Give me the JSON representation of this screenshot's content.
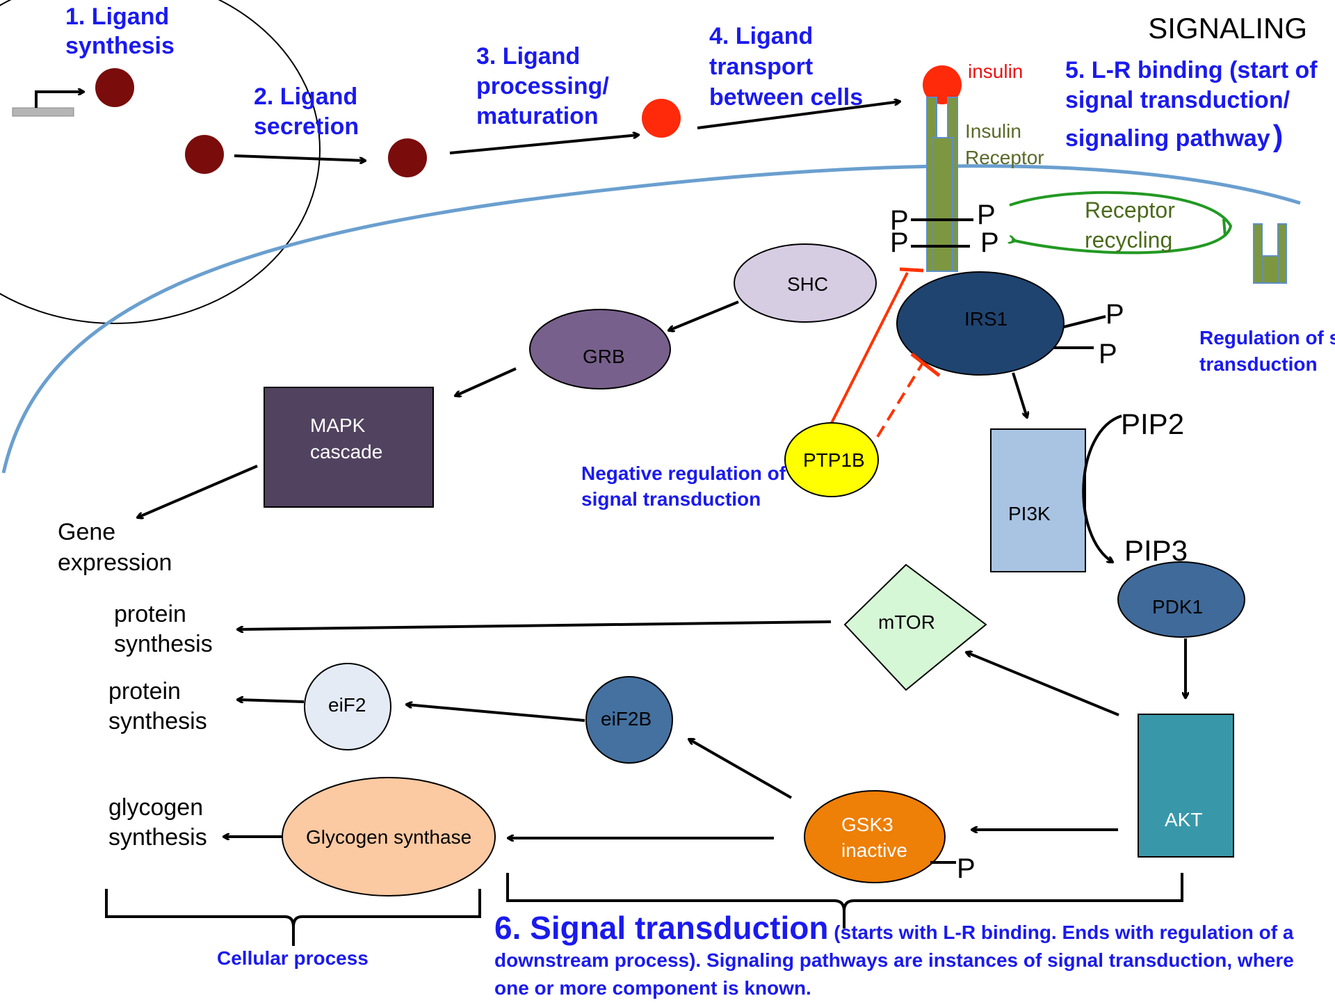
{
  "title": "SIGNALING",
  "steps": {
    "s1": [
      "1. Ligand",
      "synthesis"
    ],
    "s2": [
      "2. Ligand",
      "secretion"
    ],
    "s3": [
      "3. Ligand",
      "processing/",
      "maturation"
    ],
    "s4": [
      "4. Ligand",
      "transport",
      "between cells"
    ],
    "s5": [
      "5. L-R binding (start of",
      "signal transduction/",
      "signaling pathway",
      ")"
    ],
    "s6_title": "6. Signal transduction",
    "s6_note": [
      " (starts with L-R binding. Ends with regulation of a",
      "downstream process). Signaling pathways are instances of signal transduction, where",
      "one or more component is known."
    ]
  },
  "ligand": "insulin",
  "receptor": [
    "Insulin",
    "Receptor"
  ],
  "recycling": [
    "Receptor",
    "recycling"
  ],
  "regulation_label": [
    "Regulation of s",
    "transduction"
  ],
  "negative_regulation": [
    "Negative regulation of",
    "signal transduction"
  ],
  "nodes": {
    "shc": "SHC",
    "grb": "GRB",
    "mapk": [
      "MAPK",
      "cascade"
    ],
    "irs1": "IRS1",
    "ptp1b": "PTP1B",
    "pi3k": "PI3K",
    "pip2": "PIP2",
    "pip3": "PIP3",
    "pdk1": "PDK1",
    "mtor": "mTOR",
    "akt": "AKT",
    "eif2b": "eiF2B",
    "eif2": "eiF2",
    "gsk3": [
      "GSK3",
      "inactive"
    ],
    "glycogen_synthase": "Glycogen synthase"
  },
  "phospho": "P",
  "outputs": {
    "gene_expression": [
      "Gene",
      "expression"
    ],
    "protein_synthesis_1": [
      "protein",
      "synthesis"
    ],
    "protein_synthesis_2": [
      "protein",
      "synthesis"
    ],
    "glycogen_synthesis": [
      "glycogen",
      "synthesis"
    ]
  },
  "cellular_process": "Cellular process",
  "colors": {
    "step_text": "#1a1aee",
    "ligand_dark": "#7a0c0c",
    "ligand_mature": "#ff2a0a",
    "receptor": "#7d9640",
    "membrane": "#6a9fcf",
    "recycling": "#229922",
    "inhibition": "#ff3300",
    "shc": "#d7cde3",
    "grb": "#78608c",
    "mapk": "#51425f",
    "irs1": "#1f4470",
    "ptp1b": "#ffff00",
    "pi3k": "#a9c3e3",
    "pdk1": "#3f6a9a",
    "mtor": "#d6f7d6",
    "akt": "#3898aa",
    "eif2b": "#4471a0",
    "eif2": "#e4ebf5",
    "gsk3": "#ee7f07",
    "glycogen_synthase": "#fbc9a2"
  }
}
